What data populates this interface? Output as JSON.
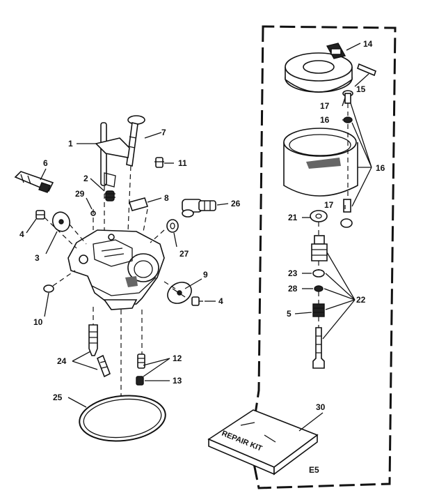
{
  "figure_code": "E5",
  "kit_text": "REPAIR KIT",
  "callouts": {
    "c1": "1",
    "c2": "2",
    "c3": "3",
    "c4a": "4",
    "c4b": "4",
    "c5": "5",
    "c6": "6",
    "c7": "7",
    "c8": "8",
    "c9": "9",
    "c10": "10",
    "c11": "11",
    "c12": "12",
    "c13": "13",
    "c14": "14",
    "c15": "15",
    "c16a": "16",
    "c16b": "16",
    "c17a": "17",
    "c17b": "17",
    "c21": "21",
    "c22": "22",
    "c23": "23",
    "c24": "24",
    "c25": "25",
    "c26": "26",
    "c27": "27",
    "c28": "28",
    "c29": "29",
    "c30": "30"
  }
}
